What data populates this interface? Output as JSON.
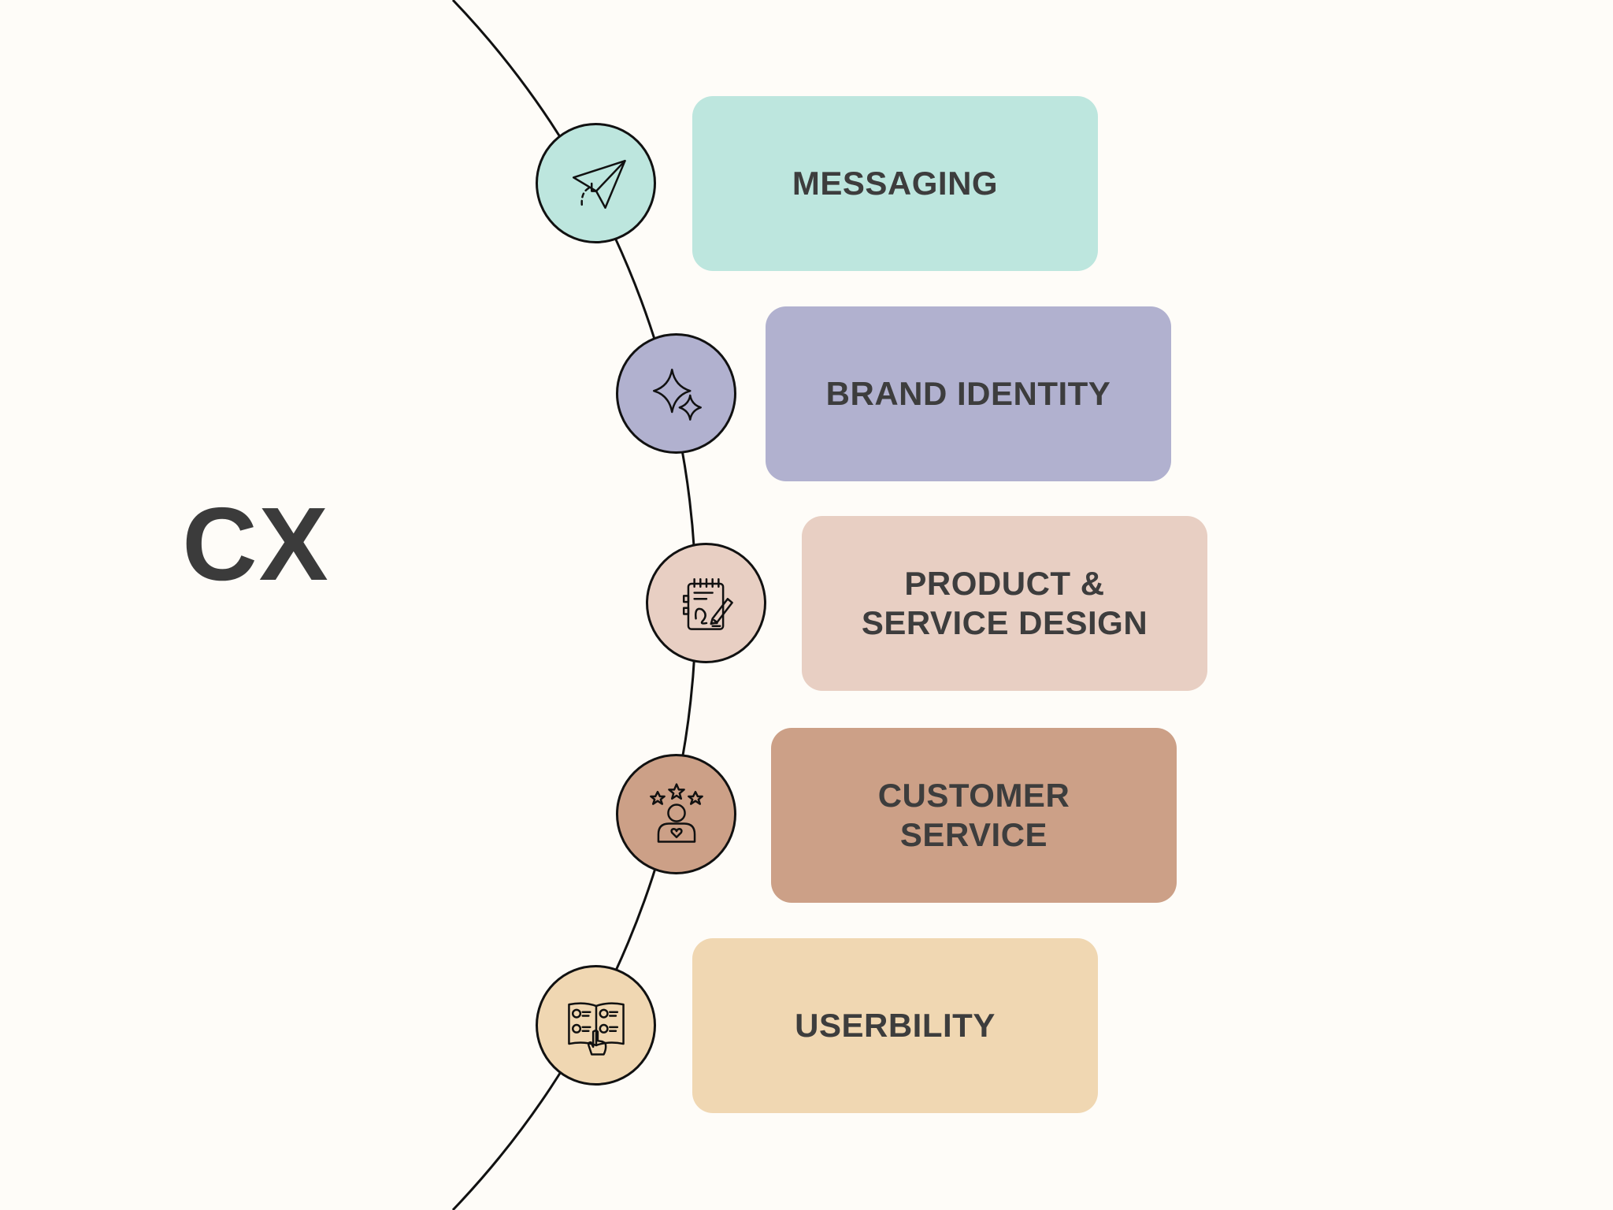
{
  "title": "CX",
  "items": [
    {
      "label": "MESSAGING",
      "color": "#bde6de",
      "icon": "paper-plane-icon"
    },
    {
      "label": "BRAND IDENTITY",
      "color": "#b1b1cf",
      "icon": "sparkle-icon"
    },
    {
      "label": "PRODUCT &\nSERVICE DESIGN",
      "color": "#e8cfc3",
      "icon": "notepad-pencil-icon"
    },
    {
      "label": "CUSTOMER\nSERVICE",
      "color": "#cca087",
      "icon": "customer-stars-icon"
    },
    {
      "label": "USERBILITY",
      "color": "#f0d7b2",
      "icon": "open-book-touch-icon"
    }
  ]
}
